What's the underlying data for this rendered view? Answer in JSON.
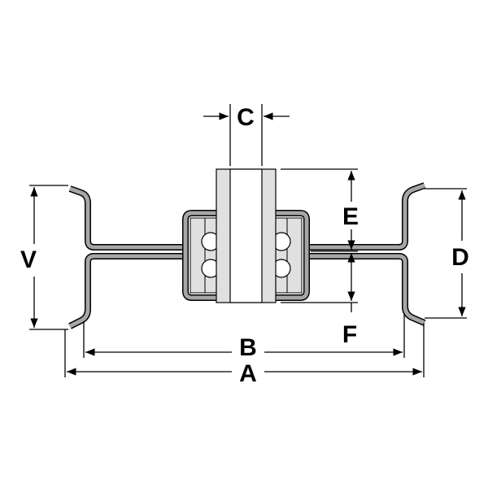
{
  "diagram": {
    "labels": {
      "A": "A",
      "B": "B",
      "C": "C",
      "D": "D",
      "E": "E",
      "F": "F",
      "V": "V"
    },
    "colors": {
      "sheet": "#a6a6a6",
      "hub": "#e0e0e0",
      "outline": "#000000"
    }
  }
}
